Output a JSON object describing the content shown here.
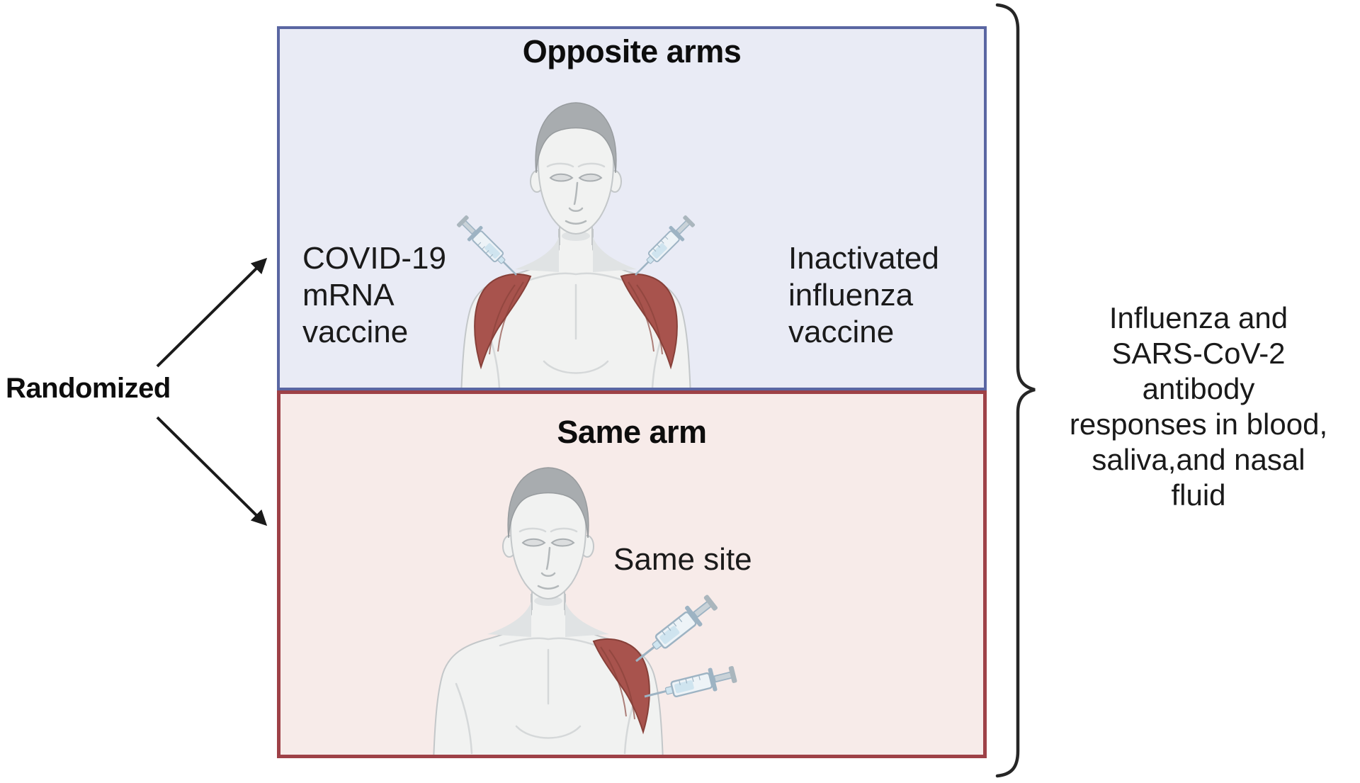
{
  "randomized": {
    "label": "Randomized"
  },
  "panels": {
    "opposite": {
      "title": "Opposite arms",
      "left_vaccine_label": "COVID-19\nmRNA\nvaccine",
      "right_vaccine_label": "Inactivated\ninfluenza\nvaccine"
    },
    "same": {
      "title": "Same arm",
      "site_label": "Same site"
    }
  },
  "outcome": {
    "text": "Influenza and\nSARS-CoV-2\nantibody\nresponses in blood,\nsaliva,and nasal\nfluid"
  },
  "icons": {
    "syringe": "syringe-icon",
    "brace": "curly-brace",
    "arrows": "randomization-arrows"
  },
  "colors": {
    "blue_bg": "#e9ebf5",
    "blue_border": "#5a66a2",
    "red_bg": "#f7ebe9",
    "red_border": "#9e4147",
    "text": "#1a1a1a",
    "heading": "#0d0d0d",
    "arrow": "#1a1a1a",
    "brace": "#262626",
    "skin": "#f1f2f1",
    "skin_outline": "#c3c7c9",
    "skin_shade": "#e0e3e4",
    "hair": "#a8acaf",
    "hair_outline": "#979b9e",
    "muscle": "#a8534d",
    "muscle_dark": "#874039",
    "feature": "#b3b8ba",
    "soft_line": "#d5d8d9",
    "eye_fill": "#dcdedf",
    "eye_stroke": "#a9aeb1",
    "syringe_body": "#edf3f7",
    "syringe_outline": "#9db3c3",
    "syringe_liquid": "#cfe4ef",
    "syringe_rod": "#c9d2d8",
    "syringe_pad": "#aab6bd"
  }
}
